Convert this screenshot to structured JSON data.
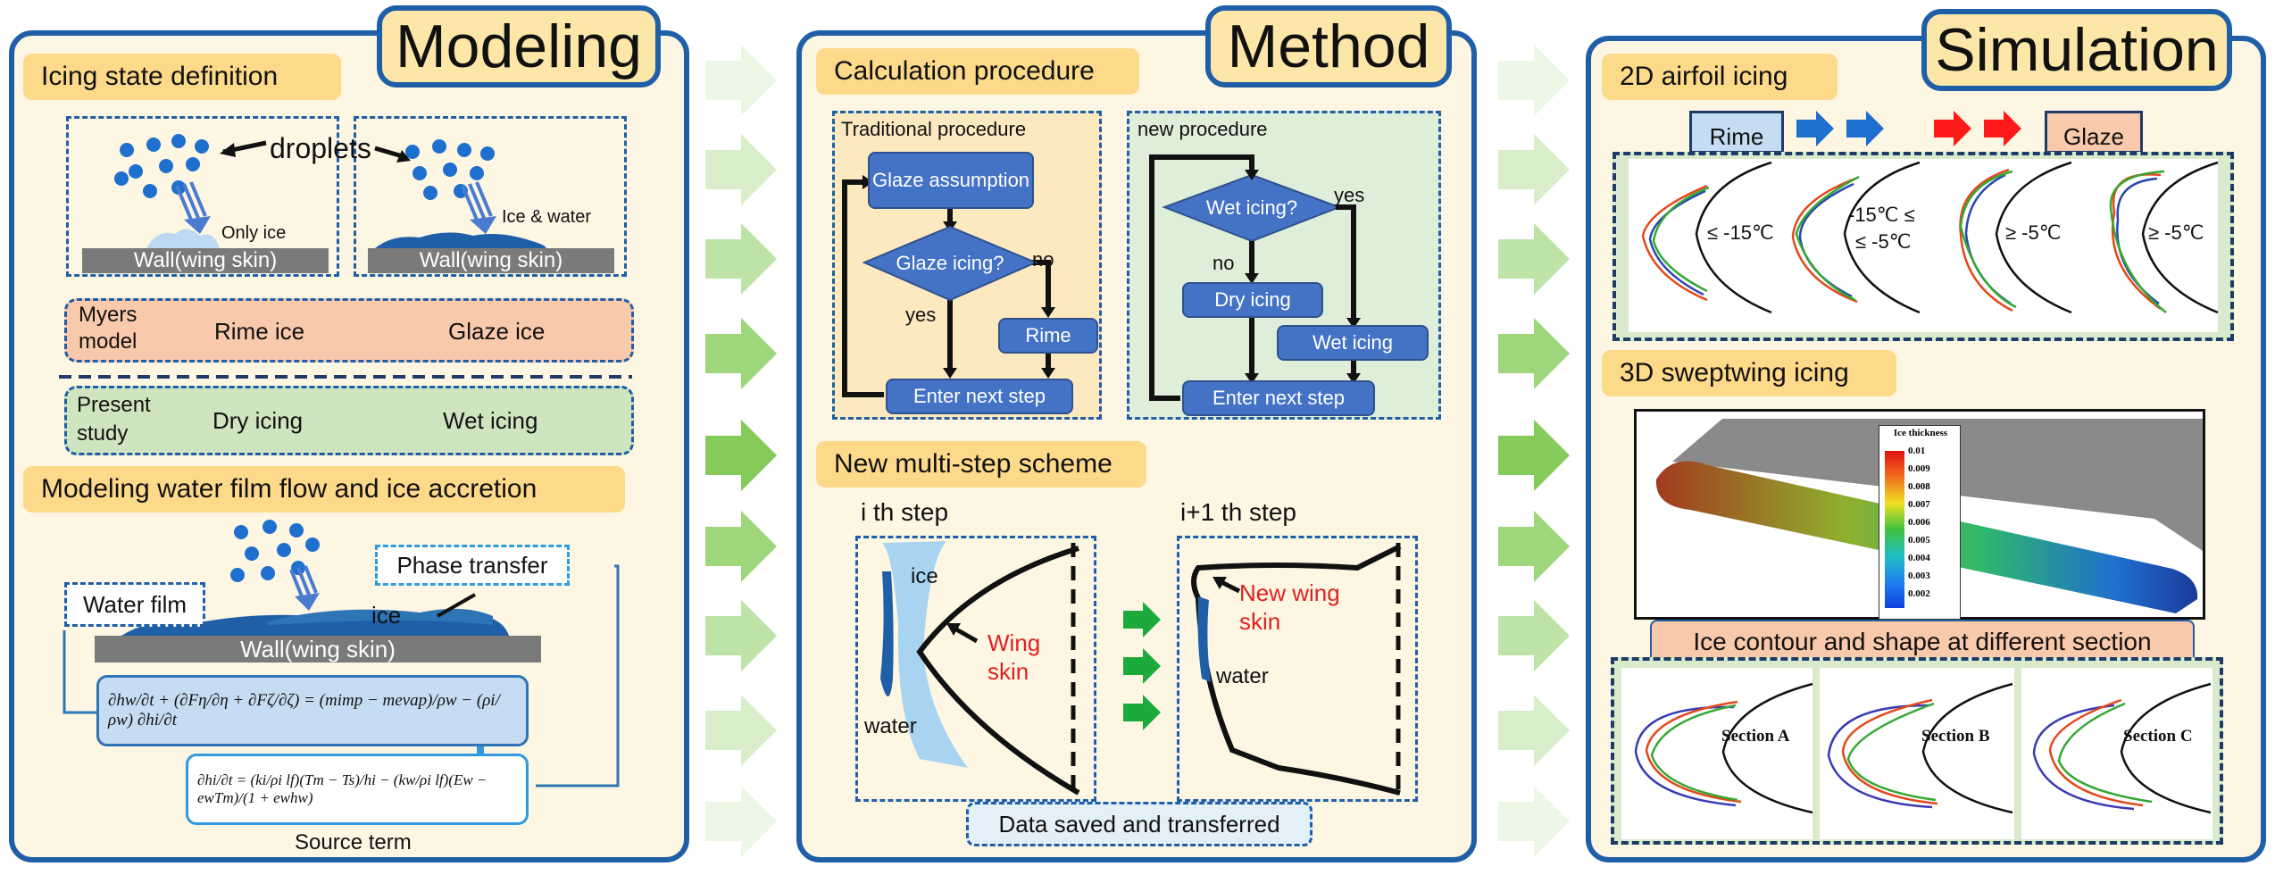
{
  "modeling": {
    "title": "Modeling",
    "icing_state_title": "Icing state definition",
    "droplets": "droplets",
    "only_ice": "Only ice",
    "ice_water": "Ice & water",
    "wall": "Wall(wing skin)",
    "myers_label": "Myers model",
    "myers_rime": "Rime ice",
    "myers_glaze": "Glaze ice",
    "present_label": "Present study",
    "present_dry": "Dry icing",
    "present_wet": "Wet icing",
    "film_title": "Modeling water film flow and ice accretion",
    "phase_transfer": "Phase transfer",
    "water_film": "Water film",
    "ice": "ice",
    "wall2": "Wall(wing skin)",
    "eq1": "∂hw/∂t + (∂Fη/∂η + ∂Fζ/∂ζ) = (mimp − mevap)/ρw − (ρi/ρw) ∂hi/∂t",
    "eq2": "∂hi/∂t = (ki/ρi lf)(Tm − Ts)/hi − (kw/ρi lf)(Ew − ewTm)/(1 + ewhw)",
    "source_term": "Source term"
  },
  "method": {
    "title": "Method",
    "calc_title": "Calculation procedure",
    "trad_label": "Traditional procedure",
    "glaze_assumption": "Glaze assumption",
    "glaze_icing_q": "Glaze icing?",
    "no": "no",
    "yes": "yes",
    "rime": "Rime",
    "enter_next": "Enter next step",
    "new_label": "new procedure",
    "wet_icing_q": "Wet icing?",
    "yes2": "yes",
    "no2": "no",
    "dry_icing": "Dry icing",
    "wet_icing": "Wet icing",
    "enter_next2": "Enter next step",
    "multistep_title": "New multi-step scheme",
    "ith_step": "i th step",
    "i1th_step": "i+1 th step",
    "ice": "ice",
    "wing_skin": "Wing skin",
    "water": "water",
    "new_wing_skin": "New wing skin",
    "water2": "water",
    "data_saved": "Data saved and transferred"
  },
  "simulation": {
    "title": "Simulation",
    "airfoil_title": "2D airfoil icing",
    "rime": "Rime",
    "glaze": "Glaze",
    "t1": "≤ -15℃",
    "t2a": "-15℃ ≤",
    "t2b": "≤ -5℃",
    "t3": "≥  -5℃",
    "t4": "≥  -5℃",
    "swept_title": "3D sweptwing icing",
    "legend_title": "Ice thickness",
    "legend_values": [
      "0.01",
      "0.009",
      "0.008",
      "0.007",
      "0.006",
      "0.005",
      "0.004",
      "0.003",
      "0.002"
    ],
    "contour_title": "Ice contour and shape at different section",
    "sections": [
      "Section A",
      "Section B",
      "Section C"
    ]
  },
  "colors": {
    "panel_border": "#1f5fa8",
    "panel_fill": "#fdf6e3",
    "title_fill": "#fce7a8",
    "section_fill": "#fdd98a",
    "myers_fill": "#f8c9aa",
    "present_fill": "#cfe5c0",
    "flow_box": "#4472c4",
    "arrow_green": "#7ec850",
    "red_text": "#e02020"
  }
}
